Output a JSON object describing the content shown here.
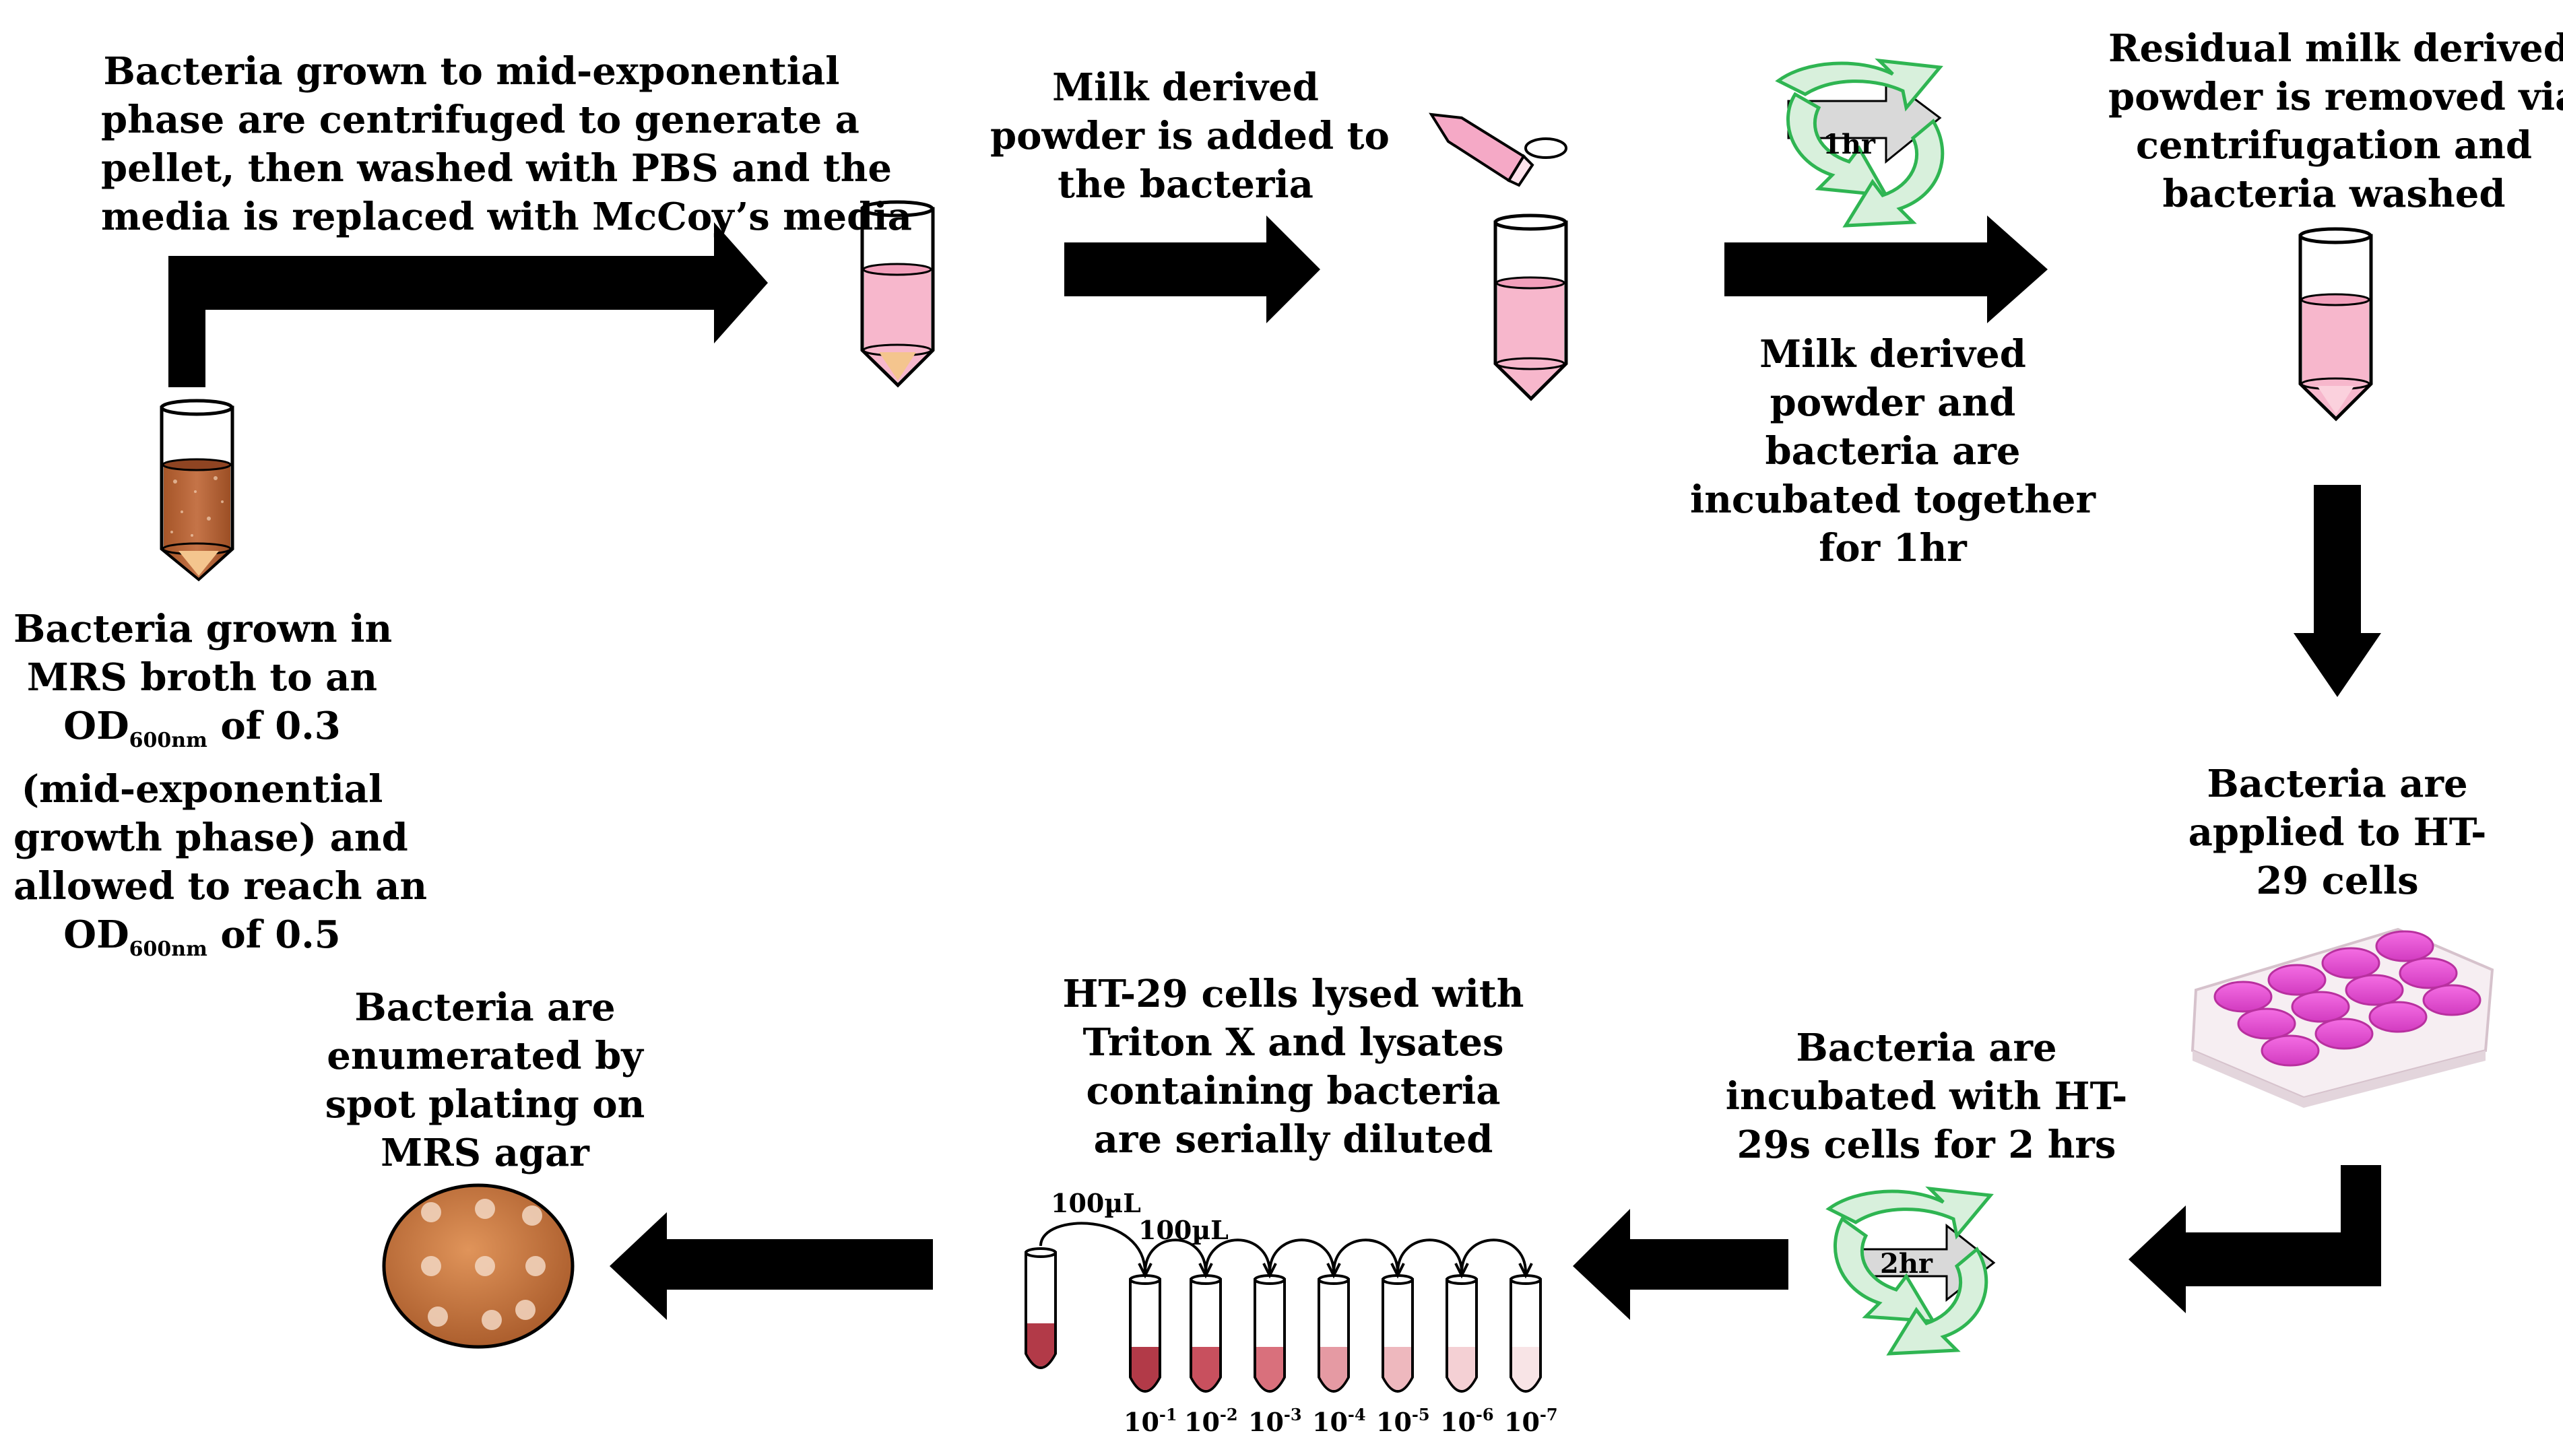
{
  "steps": {
    "grow": {
      "lines": [
        "Bacteria grown in",
        "MRS broth to an"
      ],
      "od1_prefix": "OD",
      "od1_sub": "600nm",
      "od1_suffix": " of 0.3",
      "lines_mid": [
        "(mid-exponential",
        "growth phase) and",
        "allowed to reach an"
      ],
      "od2_prefix": "OD",
      "od2_sub": "600nm",
      "od2_suffix": "  of 0.5"
    },
    "centrifuge": {
      "lines": [
        "Bacteria grown to mid-exponential",
        "phase are centrifuged to generate a",
        "pellet, then washed  with PBS and the",
        "media  is replaced with McCoy’s media"
      ]
    },
    "add_powder": {
      "lines": [
        "Milk derived",
        "powder is added to",
        "the bacteria"
      ]
    },
    "incubate": {
      "lines": [
        "Milk derived",
        "powder and",
        "bacteria are",
        "incubated together",
        "for  1hr"
      ],
      "timer": "1hr"
    },
    "remove": {
      "lines": [
        "Residual milk derived",
        "powder is  removed via",
        "centrifugation and",
        "bacteria washed"
      ]
    },
    "apply": {
      "lines": [
        "Bacteria are",
        "applied to HT-",
        "29 cells"
      ]
    },
    "incubate_cells": {
      "lines": [
        "Bacteria are",
        "incubated with HT-",
        "29s cells for 2 hrs"
      ],
      "timer": "2hr"
    },
    "lyse": {
      "lines": [
        "HT-29 cells lysed with",
        "Triton X and lysates",
        "containing bacteria",
        "are serially  diluted"
      ],
      "volume1": "100µL",
      "volume2": "100µL",
      "dilutions": [
        {
          "base": "10",
          "exp": "-1"
        },
        {
          "base": "10",
          "exp": "-2"
        },
        {
          "base": "10",
          "exp": "-3"
        },
        {
          "base": "10",
          "exp": "-4"
        },
        {
          "base": "10",
          "exp": "-5"
        },
        {
          "base": "10",
          "exp": "-6"
        },
        {
          "base": "10",
          "exp": "-7"
        }
      ]
    },
    "enumerate": {
      "lines": [
        "Bacteria are",
        "enumerated by",
        "spot plating on",
        "MRS agar"
      ]
    }
  },
  "colors": {
    "arrow": "#000000",
    "pink_liquid": "#f7b7cc",
    "culture": "#b8643a",
    "magenta_well": "#e64bd2",
    "timer_green": "#2fb552",
    "plate": "#c8773f",
    "dilution_shades": [
      "#b23a48",
      "#c8505e",
      "#d9707c",
      "#e59aa3",
      "#eeb8be",
      "#f4d0d4",
      "#f8e4e6"
    ]
  }
}
